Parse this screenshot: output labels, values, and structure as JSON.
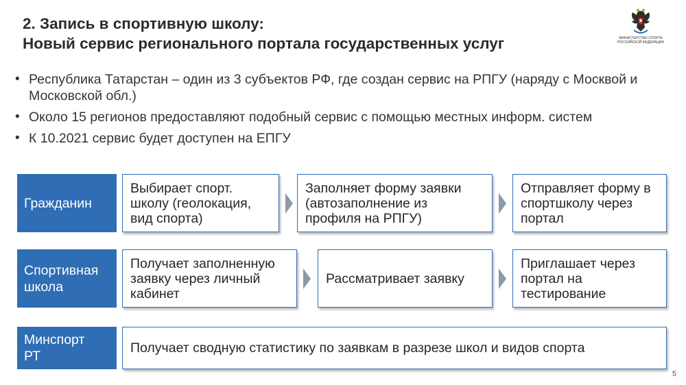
{
  "header": {
    "title_line1": "2. Запись в спортивную школу:",
    "title_line2": "Новый сервис регионального портала государственных услуг",
    "logo_text": "Министерство спорта Российской Федерации"
  },
  "bullets": [
    "Республика Татарстан – один из 3 субъектов РФ, где создан сервис на РПГУ (наряду с Москвой и Московской обл.)",
    "Около 15 регионов предоставляют подобный сервис с помощью местных информ. систем",
    "К 10.2021 сервис будет доступен на ЕПГУ"
  ],
  "rows": [
    {
      "label": "Гражданин",
      "steps": [
        "Выбирает спорт. школу (геолокация, вид спорта)",
        "Заполняет форму заявки (автозаполнение из профиля на РПГУ)",
        "Отправляет форму в спортшколу через портал"
      ]
    },
    {
      "label": "Спортивная школа",
      "steps": [
        "Получает заполненную заявку через личный кабинет",
        "Рассматривает заявку",
        "Приглашает через портал на тестирование"
      ]
    },
    {
      "label": "Минспорт РТ",
      "steps": [
        "Получает сводную статистику по заявкам в разрезе школ и видов спорта"
      ]
    }
  ],
  "colors": {
    "accent": "#2f6db5",
    "arrow": "#8a9aa8"
  },
  "footer": {
    "page_number": "5"
  }
}
